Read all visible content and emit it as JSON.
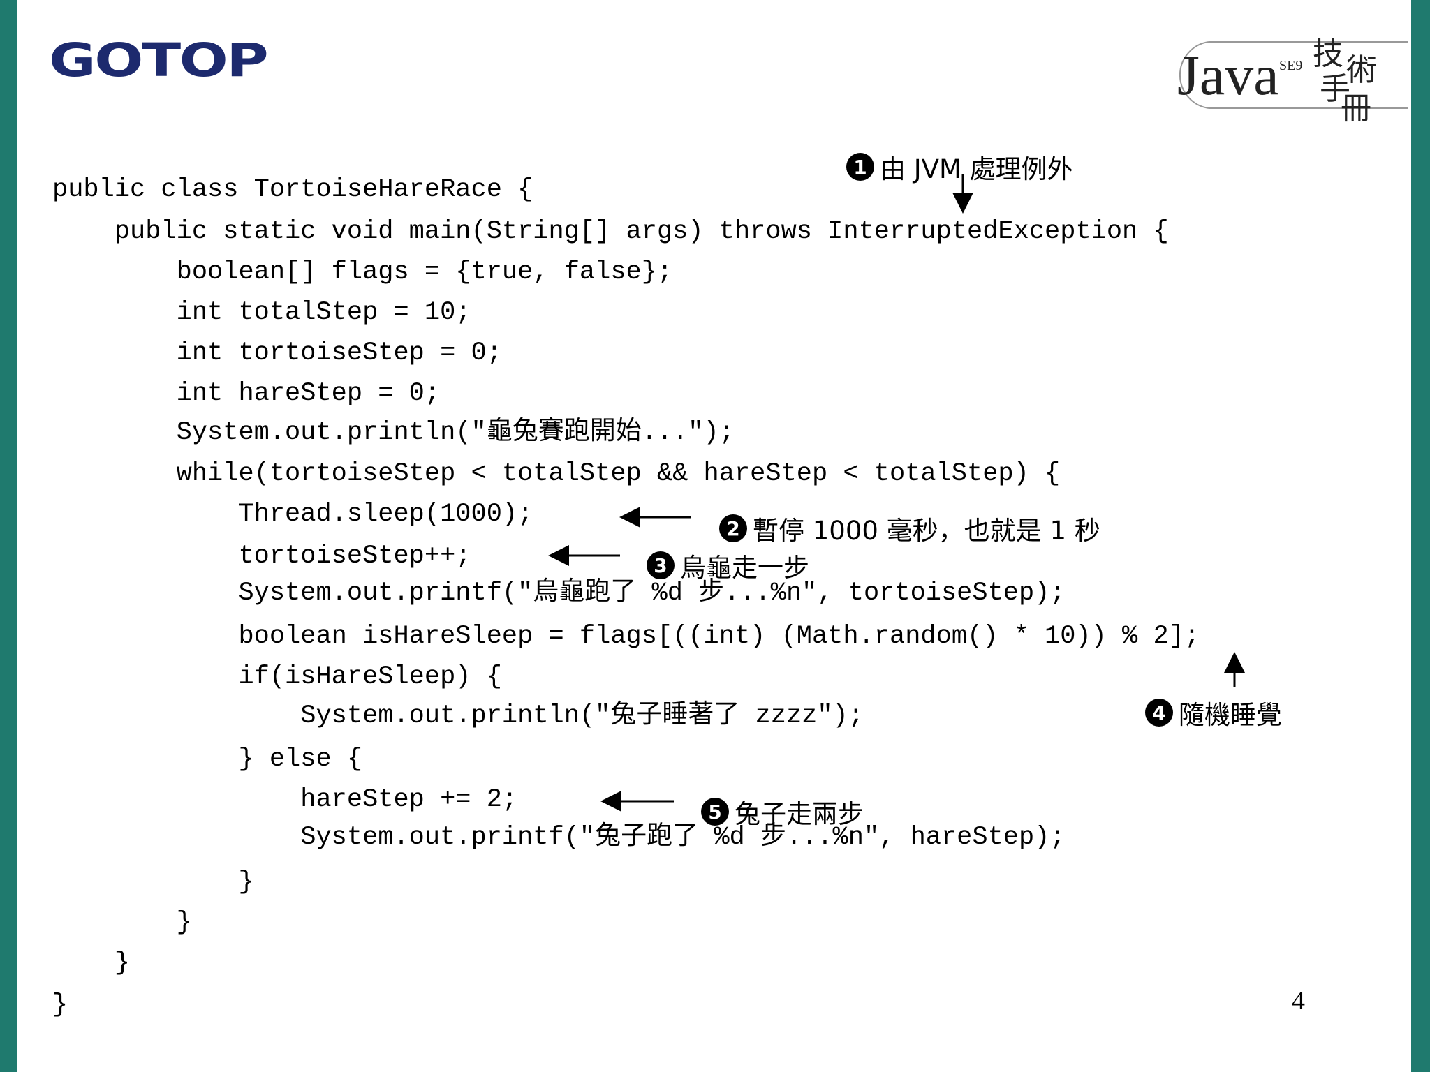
{
  "slide": {
    "logo_text": "GOTOP",
    "badge": {
      "java": "Java",
      "edition": "SE9",
      "cjk": [
        "技",
        "術",
        "手",
        "冊"
      ]
    },
    "page_number": "4"
  },
  "code_lines": [
    "public class TortoiseHareRace {",
    "    public static void main(String[] args) throws InterruptedException {",
    "        boolean[] flags = {true, false};",
    "        int totalStep = 10;",
    "        int tortoiseStep = 0;",
    "        int hareStep = 0;",
    "        System.out.println(\"龜兔賽跑開始...\");",
    "        while(tortoiseStep < totalStep && hareStep < totalStep) {",
    "            Thread.sleep(1000);",
    "            tortoiseStep++;",
    "            System.out.printf(\"烏龜跑了 %d 步...%n\", tortoiseStep);",
    "            boolean isHareSleep = flags[((int) (Math.random() * 10)) % 2];",
    "            if(isHareSleep) {",
    "                System.out.println(\"兔子睡著了 zzzz\");",
    "            } else {",
    "                hareStep += 2;",
    "                System.out.printf(\"兔子跑了 %d 步...%n\", hareStep);",
    "            }",
    "        }",
    "    }",
    "}"
  ],
  "annotations": [
    {
      "num": "1",
      "glyph": "❶",
      "text": "由 JVM 處理例外"
    },
    {
      "num": "2",
      "glyph": "❷",
      "text": "暫停 1000 毫秒，也就是 1 秒"
    },
    {
      "num": "3",
      "glyph": "❸",
      "text": "烏龜走一步"
    },
    {
      "num": "4",
      "glyph": "❹",
      "text": "隨機睡覺"
    },
    {
      "num": "5",
      "glyph": "❺",
      "text": "兔子走兩步"
    }
  ]
}
